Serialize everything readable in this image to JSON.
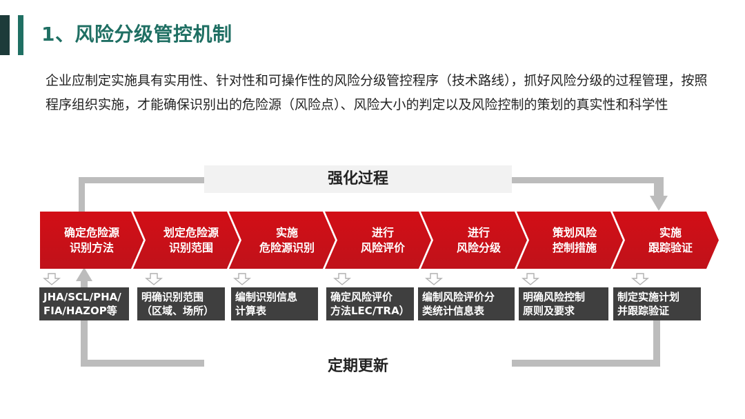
{
  "title": "1、风险分级管控机制",
  "intro": "企业应制定实施具有实用性、针对性和可操作性的风险分级管控程序（技术路线），抓好风险分级的过程管理，按照程序组织实施，才能确保识别出的危险源（风险点）、风险大小的判定以及风险控制的策划的真实性和科学性",
  "loop": {
    "top_label": "强化过程",
    "bottom_label": "定期更新"
  },
  "steps": [
    {
      "label": "确定危险源\n识别方法",
      "detail": "JHA/SCL/PHA/\nFIA/HAZOP等"
    },
    {
      "label": "划定危险源\n识别范围",
      "detail": "明确识别范围\n（区域、场所）"
    },
    {
      "label": "实施\n危险源识别",
      "detail": "编制识别信息\n计算表"
    },
    {
      "label": "进行\n风险评价",
      "detail": "确定风险评价\n方法LEC/TRA）"
    },
    {
      "label": "进行\n风险分级",
      "detail": "编制风险评价分\n类统计信息表"
    },
    {
      "label": "策划风险\n控制措施",
      "detail": "明确风险控制\n原则及要求"
    },
    {
      "label": "实施\n跟踪验证",
      "detail": "制定实施计划\n并跟踪验证"
    }
  ],
  "colors": {
    "accent": "#1f6f63",
    "chevron": "#d20e16",
    "box": "#3f3f3f",
    "loop": "#bcbcbc"
  }
}
